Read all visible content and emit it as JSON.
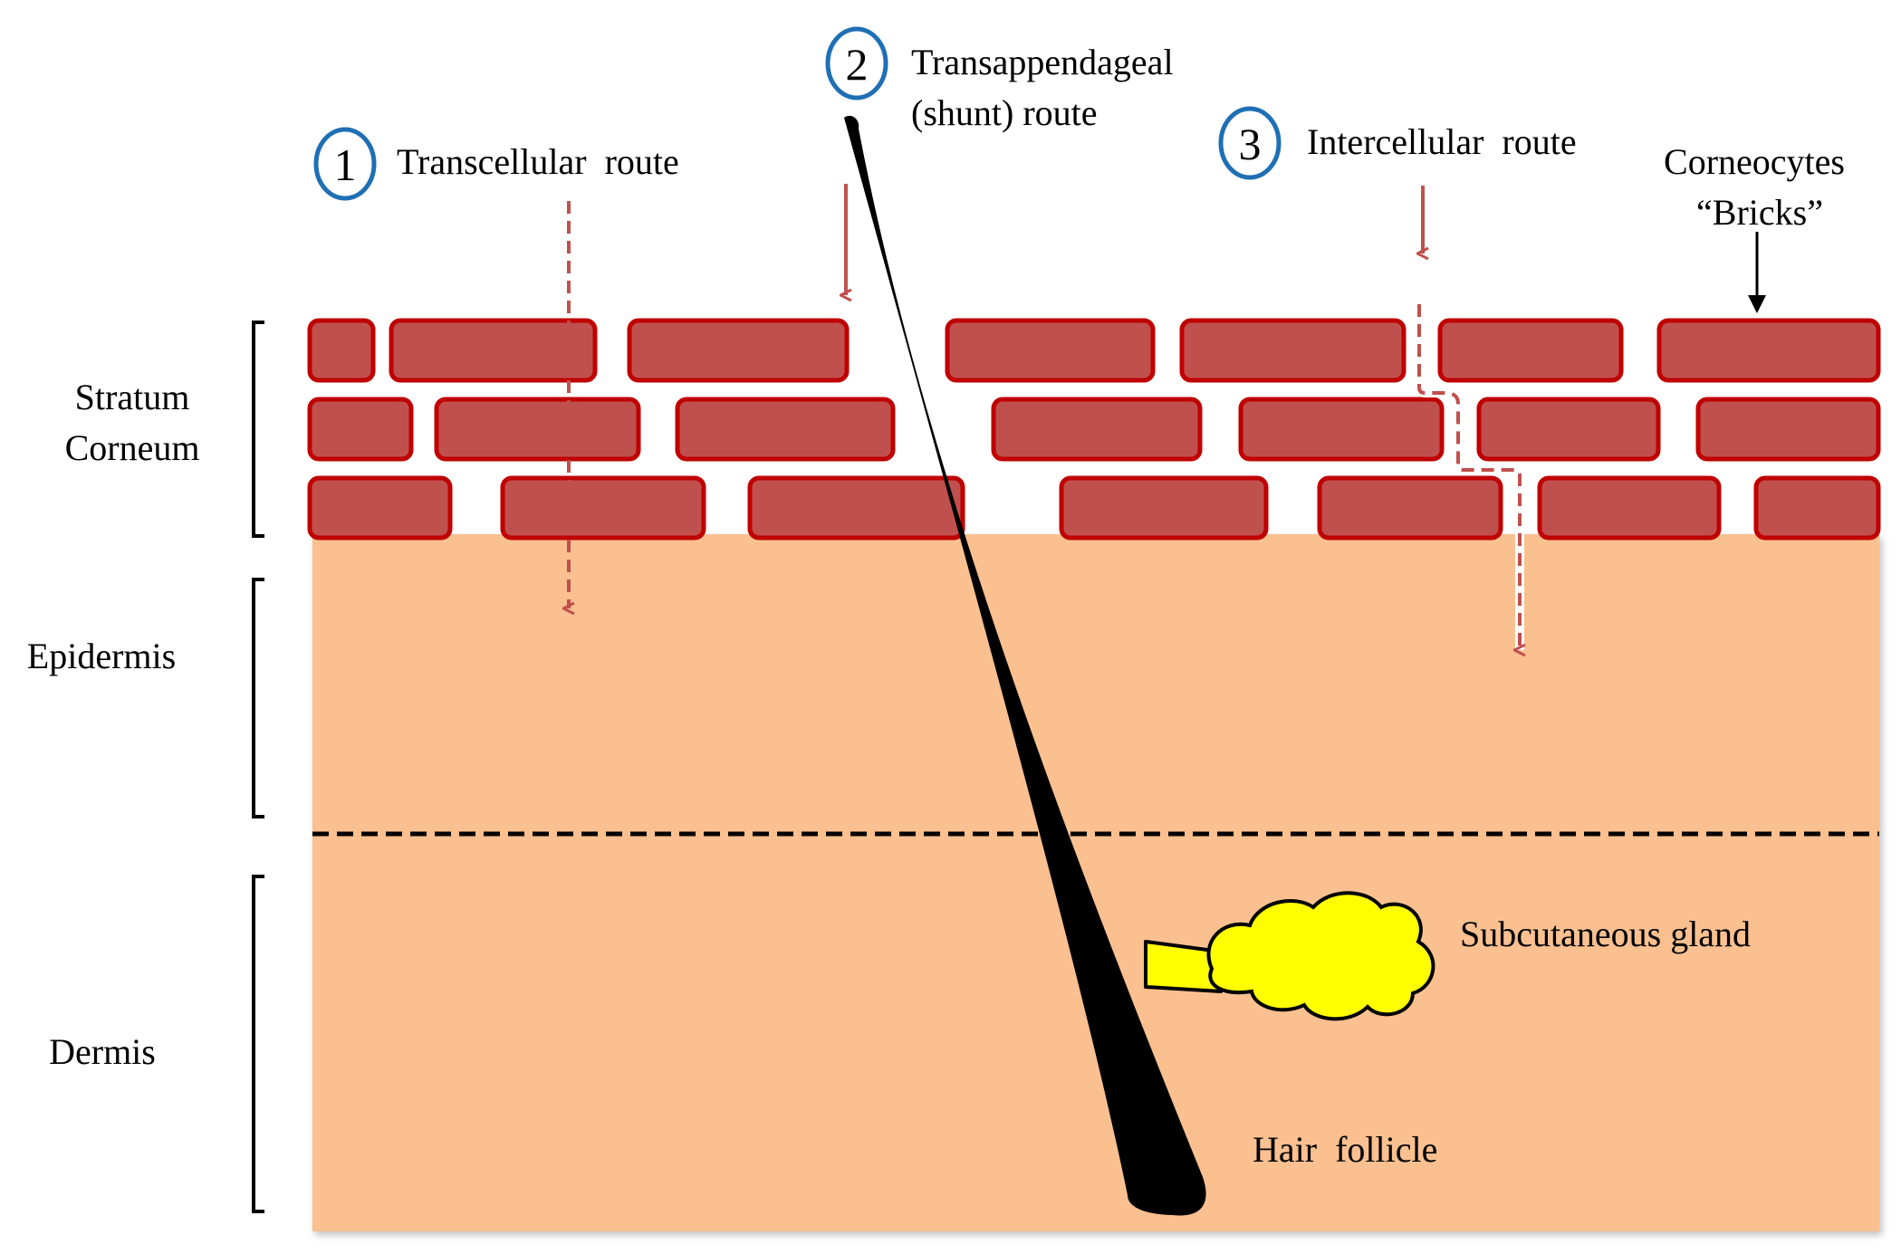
{
  "routes": {
    "transcellular": {
      "number": "1",
      "label": "Transcellular  route"
    },
    "transappendageal": {
      "number": "2",
      "label_line1": "Transappendageal",
      "label_line2": "(shunt) route"
    },
    "intercellular": {
      "number": "3",
      "label": "Intercellular  route"
    }
  },
  "corneocytes": {
    "line1": "Corneocytes",
    "line2": "“Bricks”"
  },
  "layers": {
    "stratum_corneum_line1": "Stratum",
    "stratum_corneum_line2": "Corneum",
    "epidermis": "Epidermis",
    "dermis": "Dermis"
  },
  "structures": {
    "subcutaneous_gland": "Subcutaneous gland",
    "hair_follicle": "Hair  follicle"
  },
  "colors": {
    "brick_fill": "#c0504d",
    "brick_stroke": "#c00000",
    "skin": "#fac090",
    "route_arrow": "#c0504d",
    "circle_stroke": "#1f6fb4",
    "gland_fill": "#ffff00",
    "hair": "#000000"
  }
}
